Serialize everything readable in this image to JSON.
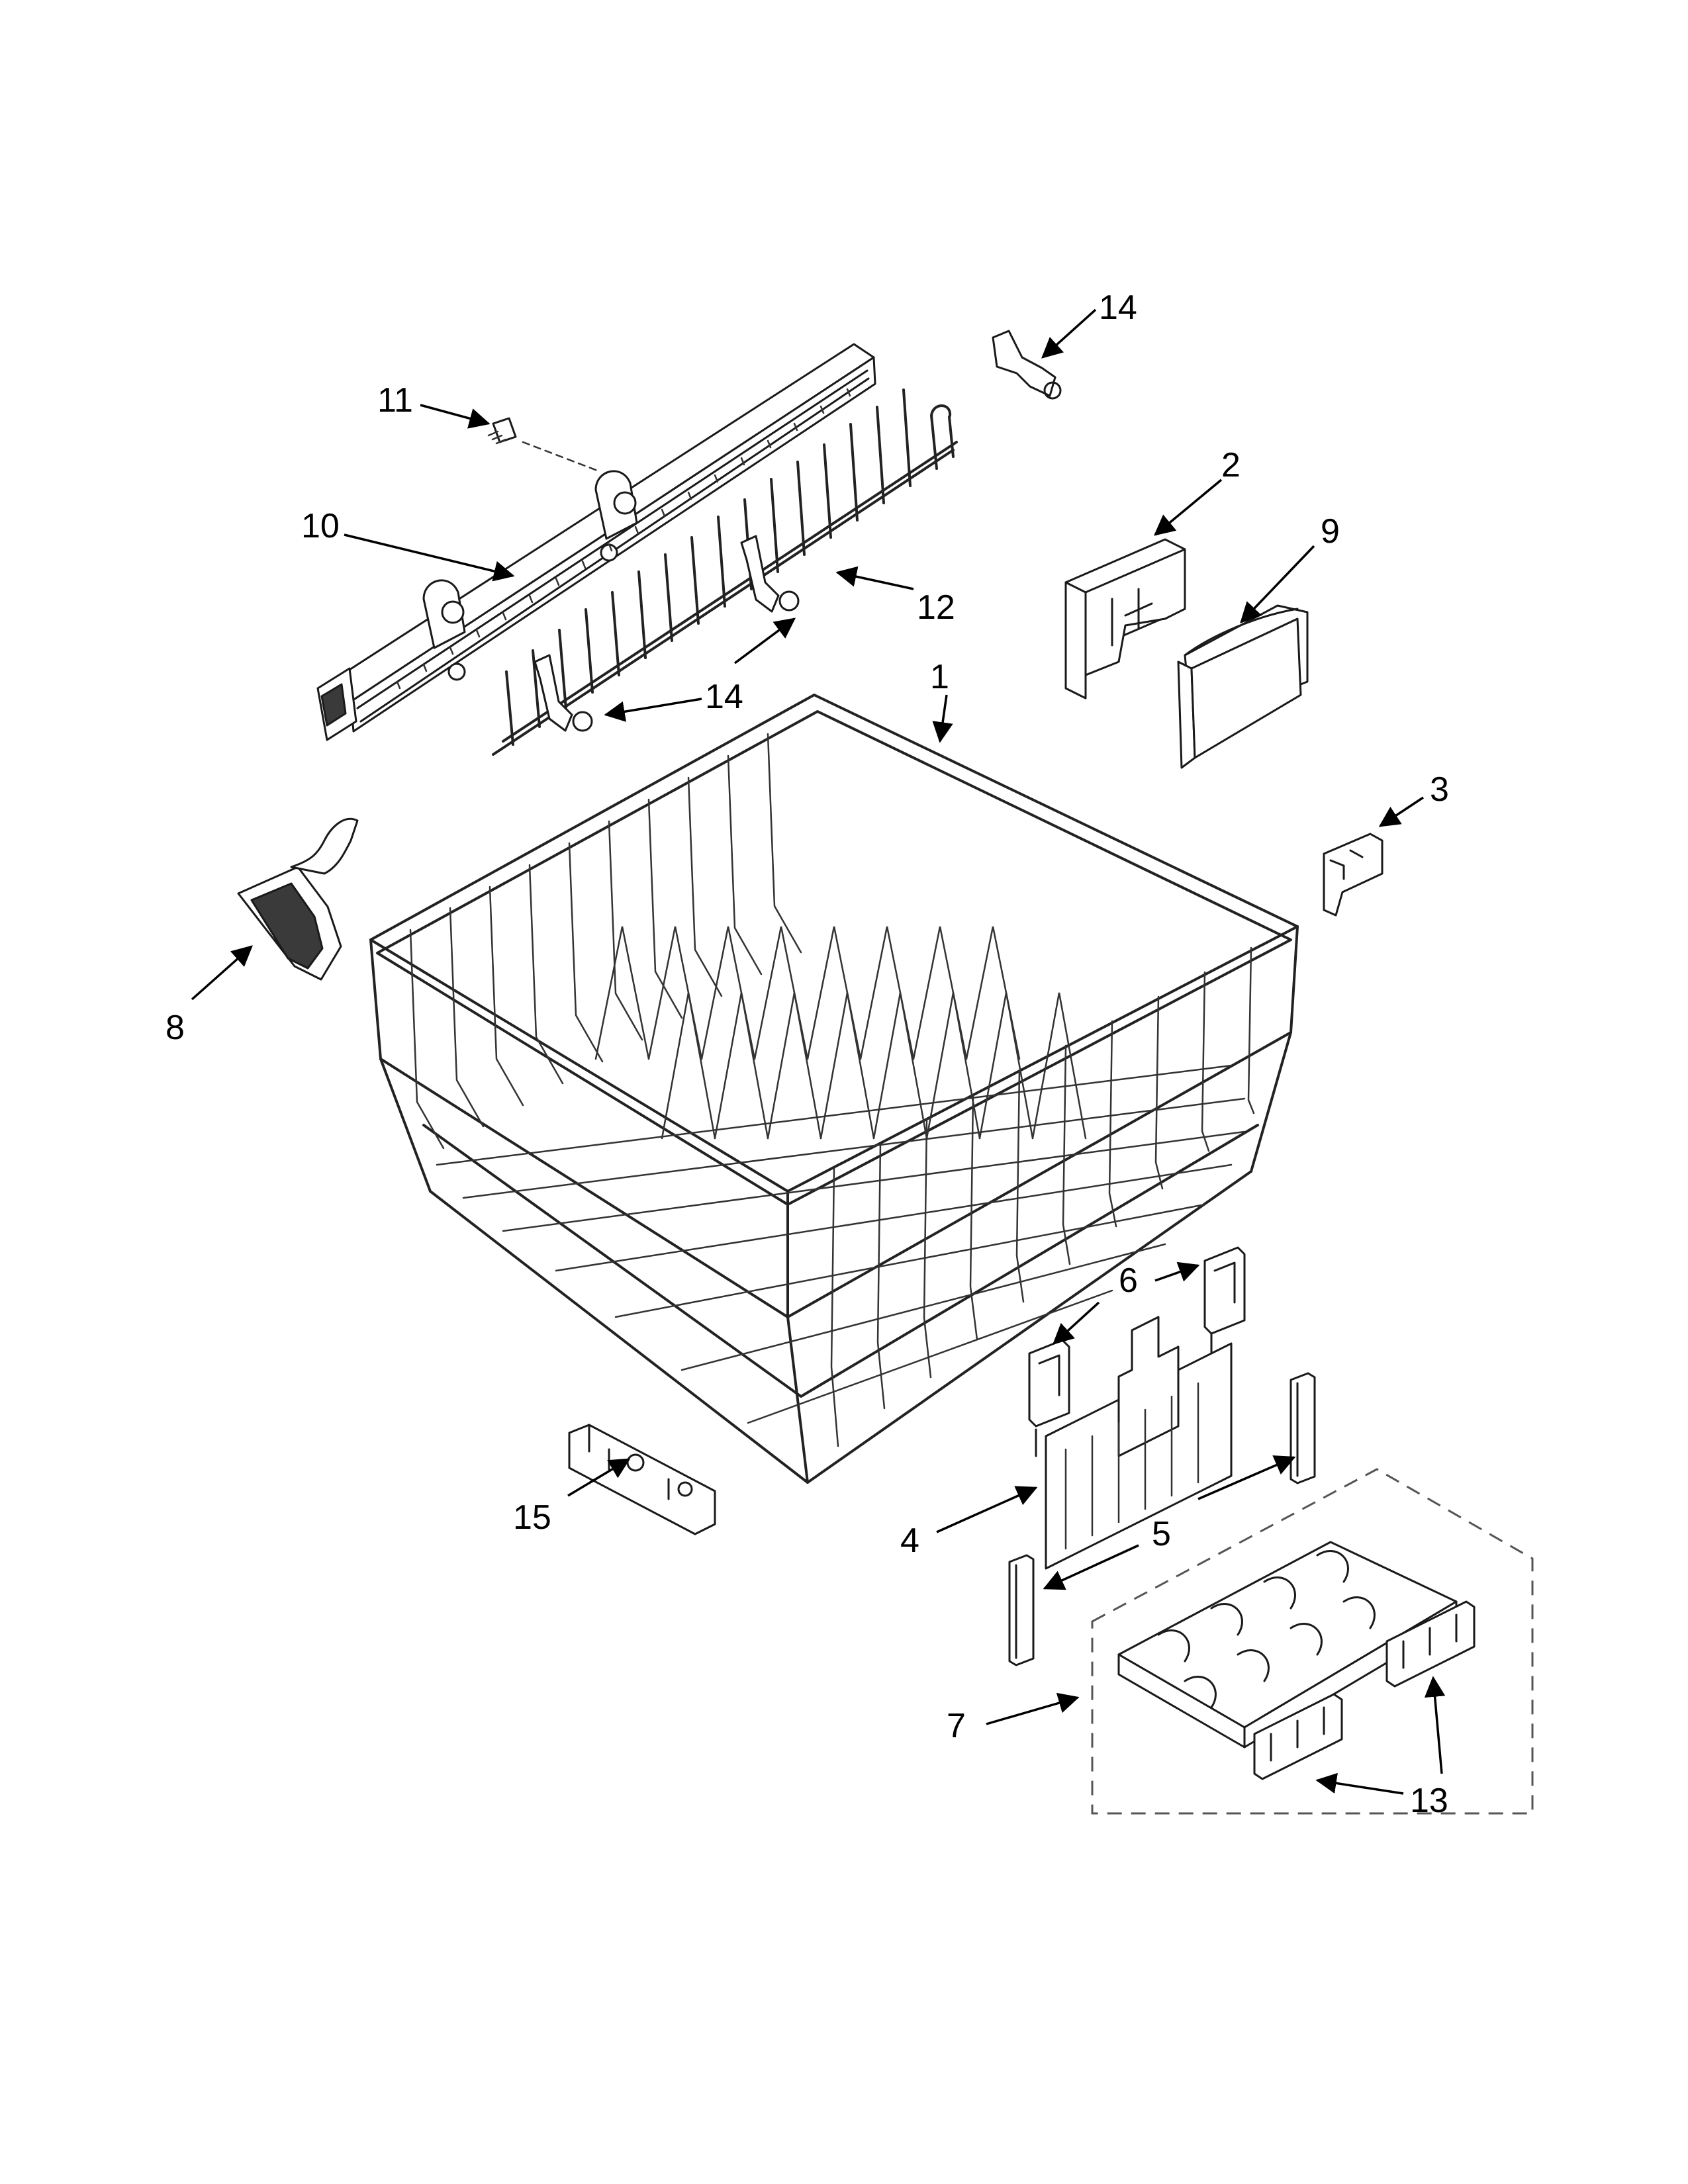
{
  "callouts": {
    "c1": "1",
    "c2": "2",
    "c3": "3",
    "c4": "4",
    "c5": "5",
    "c6": "6",
    "c7": "7",
    "c8": "8",
    "c9": "9",
    "c10": "10",
    "c11": "11",
    "c12": "12",
    "c13": "13",
    "c14a": "14",
    "c14b": "14",
    "c15": "15"
  }
}
